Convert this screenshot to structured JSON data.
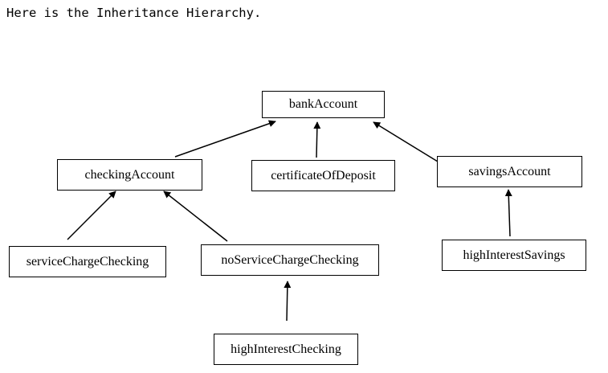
{
  "intro_text": "Here is the Inheritance Hierarchy.",
  "diagram": {
    "classes": {
      "bank_account": "bankAccount",
      "checking_account": "checkingAccount",
      "certificate_of_deposit": "certificateOfDeposit",
      "savings_account": "savingsAccount",
      "service_charge_checking": "serviceChargeChecking",
      "no_service_charge_checking": "noServiceChargeChecking",
      "high_interest_savings": "highInterestSavings",
      "high_interest_checking": "highInterestChecking"
    },
    "inheritance": [
      {
        "child": "checkingAccount",
        "parent": "bankAccount"
      },
      {
        "child": "certificateOfDeposit",
        "parent": "bankAccount"
      },
      {
        "child": "savingsAccount",
        "parent": "bankAccount"
      },
      {
        "child": "serviceChargeChecking",
        "parent": "checkingAccount"
      },
      {
        "child": "noServiceChargeChecking",
        "parent": "checkingAccount"
      },
      {
        "child": "highInterestSavings",
        "parent": "savingsAccount"
      },
      {
        "child": "highInterestChecking",
        "parent": "noServiceChargeChecking"
      }
    ],
    "line_color": "#000000",
    "box_border_color": "#000000"
  }
}
